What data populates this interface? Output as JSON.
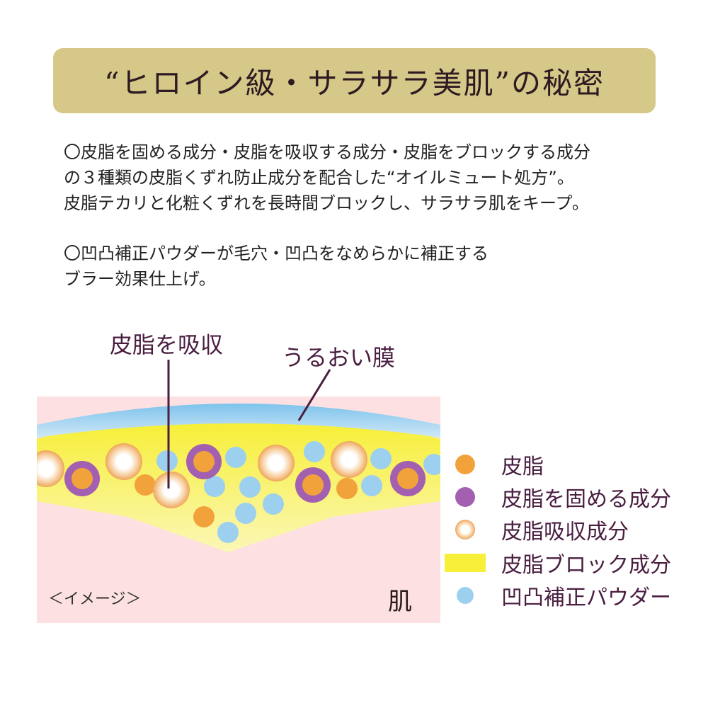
{
  "title": "“ヒロイン級・サラサラ美肌”の秘密",
  "paragraph1": [
    "〇皮脂を固める成分・皮脂を吸収する成分・皮脂をブロックする成分",
    "の３種類の皮脂くずれ防止成分を配合した“オイルミュート処方”。",
    "皮脂テカリと化粧くずれを長時間ブロックし、サラサラ肌をキープ。"
  ],
  "paragraph2": [
    "〇凹凸補正パウダーが毛穴・凹凸をなめらかに補正する",
    "ブラー効果仕上げ。"
  ],
  "diagram": {
    "callout_absorb": "皮脂を吸収",
    "callout_film": "うるおい膜",
    "skin_label": "肌",
    "image_label": "＜イメージ＞"
  },
  "legend": [
    {
      "icon": "orange-dot-icon",
      "label": "皮脂"
    },
    {
      "icon": "purple-ring-icon",
      "label": "皮脂を固める成分"
    },
    {
      "icon": "glow-orb-icon",
      "label": "皮脂吸収成分"
    },
    {
      "icon": "yellow-bar-icon",
      "label": "皮脂ブロック成分"
    },
    {
      "icon": "blue-dot-icon",
      "label": "凹凸補正パウダー"
    }
  ],
  "colors": {
    "banner": "#d6c888",
    "sebum": "#f2a23a",
    "solidifier": "#a35fb0",
    "absorber": "#f0b878",
    "block_layer": "#f8ef38",
    "powder": "#9dd0ee",
    "moisture_film": "#8cc9ee",
    "skin": "#fde0e2"
  }
}
